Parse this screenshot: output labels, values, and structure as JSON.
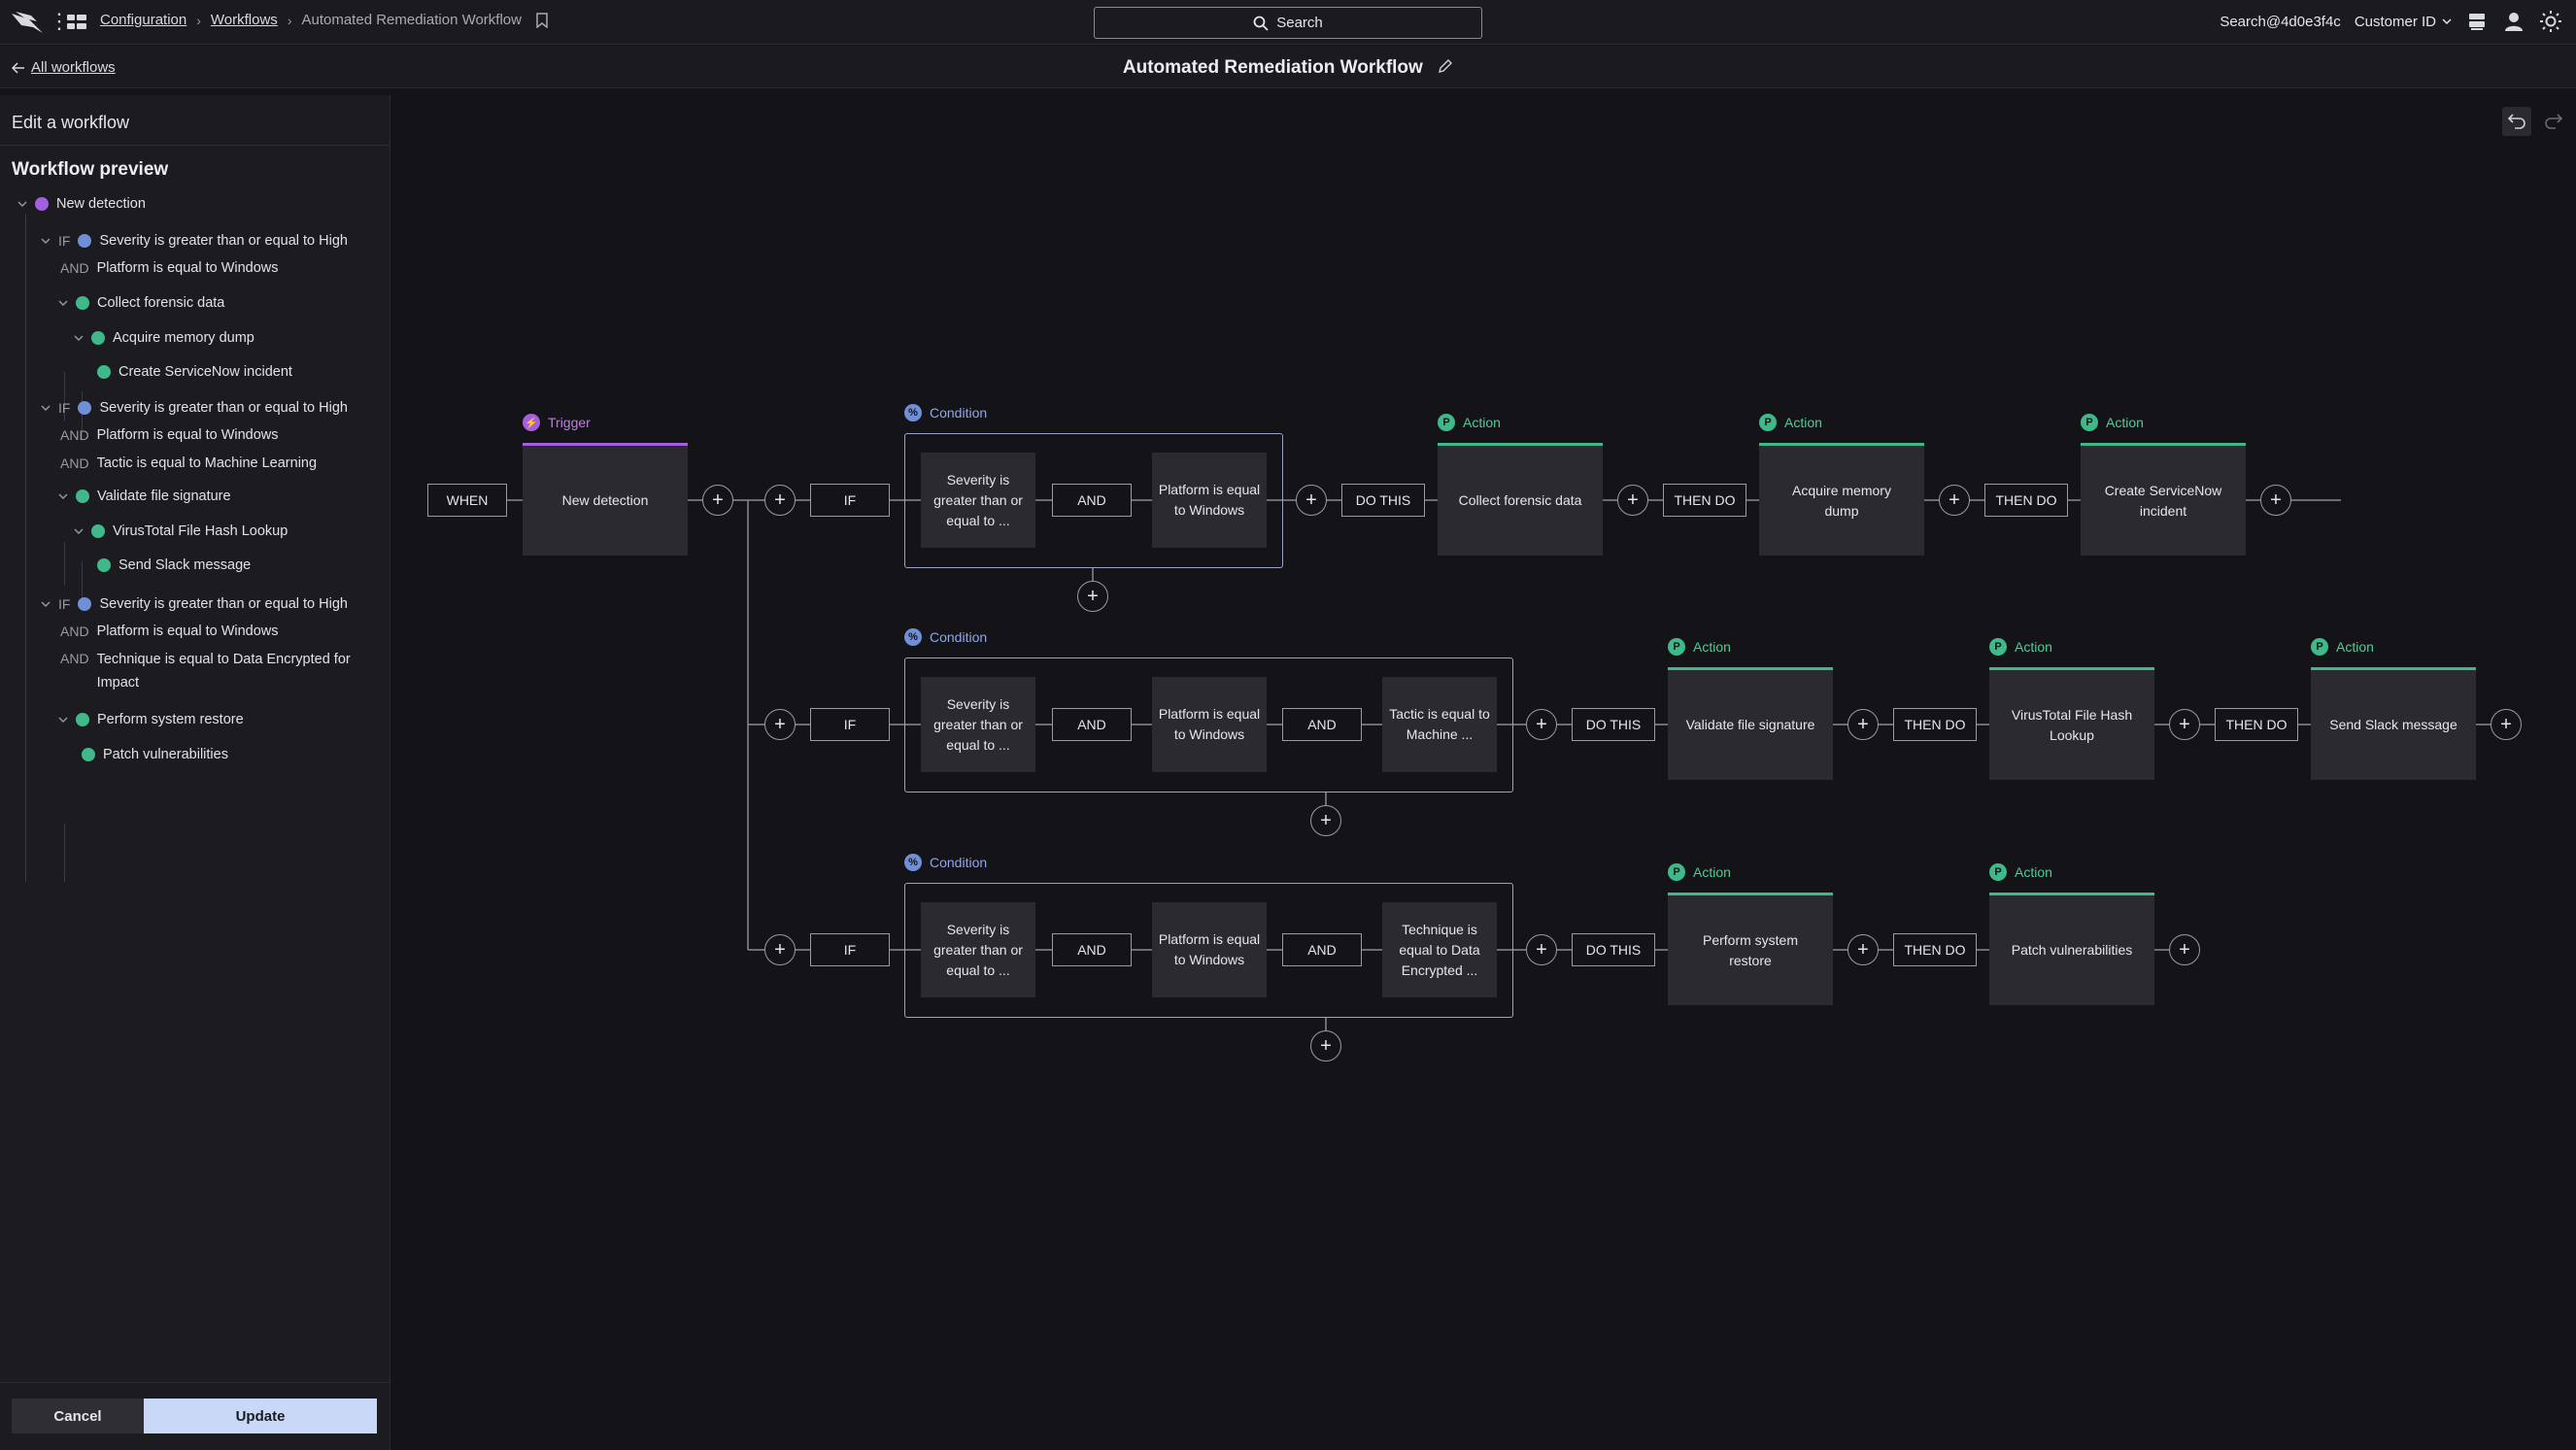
{
  "topbar": {
    "breadcrumbs": [
      "Configuration",
      "Workflows"
    ],
    "current": "Automated Remediation Workflow",
    "search_label": "Search",
    "user": "Search@4d0e3f4c",
    "customer": "Customer ID"
  },
  "subbar": {
    "back_label": "All workflows",
    "title": "Automated Remediation Workflow"
  },
  "left_panel": {
    "header": "Edit a workflow",
    "preview_title": "Workflow preview",
    "tree": [
      {
        "kw": "",
        "text": "New detection"
      },
      {
        "kw": "IF",
        "text": "Severity is greater than or equal to High"
      },
      {
        "kw": "AND",
        "text": "Platform is equal to Windows"
      },
      {
        "kw": "",
        "text": "Collect forensic data"
      },
      {
        "kw": "",
        "text": "Acquire memory dump"
      },
      {
        "kw": "",
        "text": "Create ServiceNow incident"
      },
      {
        "kw": "IF",
        "text": "Severity is greater than or equal to High"
      },
      {
        "kw": "AND",
        "text": "Platform is equal to Windows"
      },
      {
        "kw": "AND",
        "text": "Tactic is equal to Machine Learning"
      },
      {
        "kw": "",
        "text": "Validate file signature"
      },
      {
        "kw": "",
        "text": "VirusTotal File Hash Lookup"
      },
      {
        "kw": "",
        "text": "Send Slack message"
      },
      {
        "kw": "IF",
        "text": "Severity is greater than or equal to High"
      },
      {
        "kw": "AND",
        "text": "Platform is equal to Windows"
      },
      {
        "kw": "AND",
        "text": "Technique is equal to Data Encrypted for Impact"
      },
      {
        "kw": "",
        "text": "Perform system restore"
      },
      {
        "kw": "",
        "text": "Patch vulnerabilities"
      }
    ],
    "cancel_label": "Cancel",
    "update_label": "Update"
  },
  "canvas": {
    "when_label": "WHEN",
    "trigger_type": "Trigger",
    "trigger_name": "New detection",
    "condition_type": "Condition",
    "action_type": "Action",
    "if_label": "IF",
    "and_label": "AND",
    "do_this_label": "DO THIS",
    "then_do_label": "THEN DO",
    "plus": "+",
    "branches": [
      {
        "conditions": [
          "Severity is greater than or equal to ...",
          "Platform is equal to Windows"
        ],
        "actions": [
          "Collect forensic data",
          "Acquire memory dump",
          "Create ServiceNow incident"
        ]
      },
      {
        "conditions": [
          "Severity is greater than or equal to ...",
          "Platform is equal to Windows",
          "Tactic is equal to Machine ..."
        ],
        "actions": [
          "Validate file signature",
          "VirusTotal File Hash Lookup",
          "Send Slack message"
        ]
      },
      {
        "conditions": [
          "Severity is greater than or equal to ...",
          "Platform is equal to Windows",
          "Technique is equal to Data Encrypted ..."
        ],
        "actions": [
          "Perform system restore",
          "Patch vulnerabilities"
        ]
      }
    ]
  },
  "colors": {
    "trigger": "#a45ee0",
    "condition": "#6f8fd6",
    "action": "#3fb98a",
    "update_button": "#c9d8f7"
  }
}
